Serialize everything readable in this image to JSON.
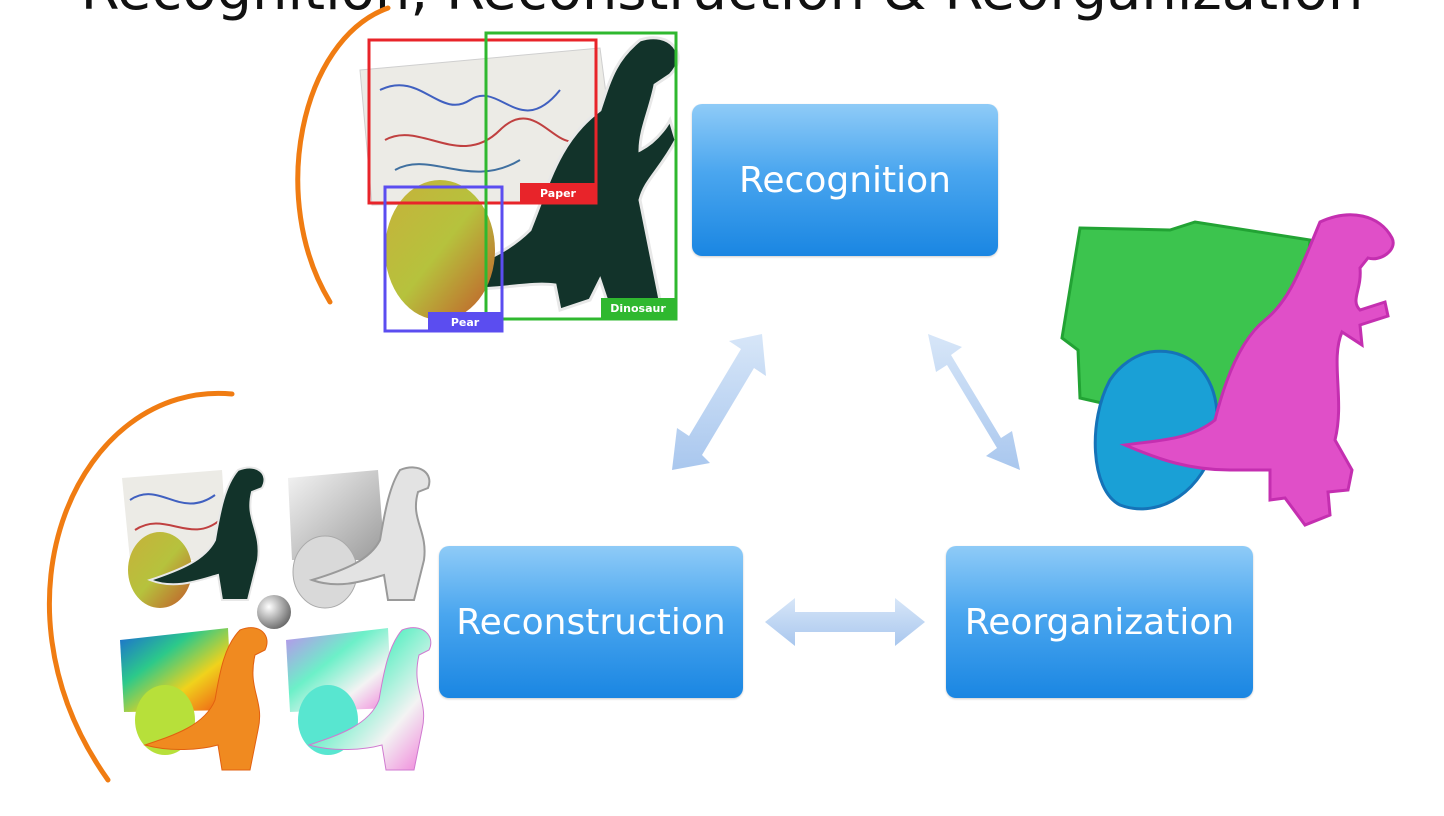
{
  "title": "Recognition, Reconstruction & Reorganization",
  "nodes": {
    "recognition": "Recognition",
    "reconstruction": "Reconstruction",
    "reorganization": "Reorganization"
  },
  "detection_labels": {
    "paper": "Paper",
    "pear": "Pear",
    "dinosaur": "Dinosaur"
  },
  "colors": {
    "box_top": "#8fcbf7",
    "box_bottom": "#1a86e2",
    "arrow": "#b9d4f2",
    "bracket": "#f07c12",
    "paper_box": "#e8242a",
    "pear_box": "#5b4df0",
    "dino_box": "#2fb82f",
    "seg_green": "#3cc44e",
    "seg_blue": "#1aa0d6",
    "seg_pink": "#e04fc8"
  }
}
